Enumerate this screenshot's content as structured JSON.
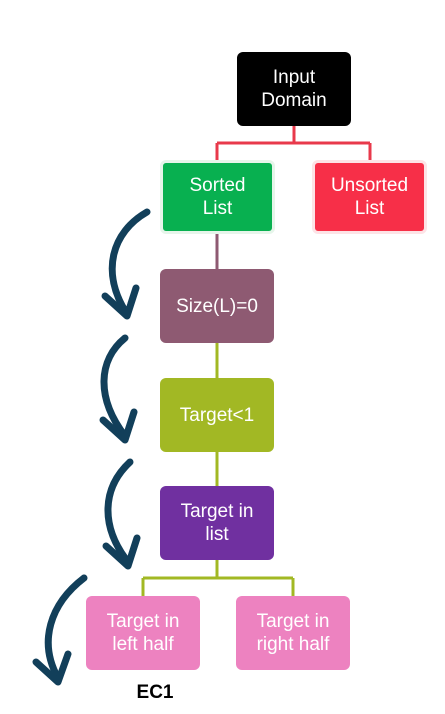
{
  "diagram": {
    "nodes": {
      "input": {
        "label": "Input\nDomain",
        "color": "#000000"
      },
      "sorted": {
        "label": "Sorted\nList",
        "color": "#08b050"
      },
      "unsorted": {
        "label": "Unsorted\nList",
        "color": "#f72f48"
      },
      "size": {
        "label": "Size(L)=0",
        "color": "#8e5a72"
      },
      "target_lt_1": {
        "label": "Target<1",
        "color": "#a2b824"
      },
      "target_in_list": {
        "label": "Target in\nlist",
        "color": "#7030a0"
      },
      "target_left": {
        "label": "Target in\nleft half",
        "color": "#ed82c0"
      },
      "target_right": {
        "label": "Target in\nright half",
        "color": "#ed82c0"
      }
    },
    "connector_colors": {
      "red": "#e8394b",
      "mauve": "#8e5a72",
      "olive": "#a2b824",
      "arrow": "#123f5a"
    },
    "annotation": "EC1"
  }
}
